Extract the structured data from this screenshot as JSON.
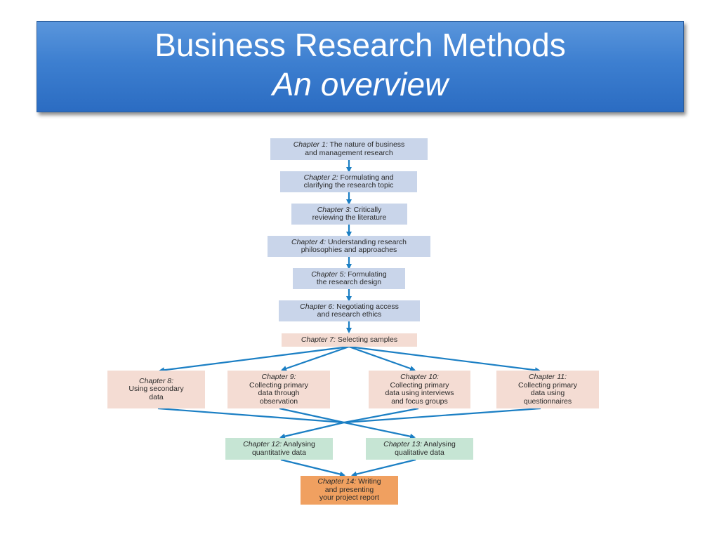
{
  "slide": {
    "title": "Business Research Methods",
    "subtitle": "An overview"
  },
  "colors": {
    "title_bar": "#3d7fd0",
    "arrow": "#1b7fc4",
    "blue_box": "#c9d5ea",
    "pink_box": "#f4dcd3",
    "green_box": "#c6e5d4",
    "orange_box": "#f0a060"
  },
  "flowchart": {
    "ch1": {
      "prefix": "Chapter 1:",
      "line1": "The nature of business",
      "line2": "and management research"
    },
    "ch2": {
      "prefix": "Chapter 2:",
      "line1": "Formulating and",
      "line2": "clarifying the research topic"
    },
    "ch3": {
      "prefix": "Chapter 3:",
      "line1": "Critically",
      "line2": "reviewing the literature"
    },
    "ch4": {
      "prefix": "Chapter 4:",
      "line1": "Understanding research",
      "line2": "philosophies and approaches"
    },
    "ch5": {
      "prefix": "Chapter 5:",
      "line1": "Formulating",
      "line2": "the research design"
    },
    "ch6": {
      "prefix": "Chapter 6:",
      "line1": "Negotiating access",
      "line2": "and research ethics"
    },
    "ch7": {
      "prefix": "Chapter 7:",
      "line1": "Selecting samples"
    },
    "ch8": {
      "prefix": "Chapter 8:",
      "line1": "Using secondary",
      "line2": "data"
    },
    "ch9": {
      "prefix": "Chapter 9:",
      "line1": "Collecting primary",
      "line2": "data through",
      "line3": "observation"
    },
    "ch10": {
      "prefix": "Chapter 10:",
      "line1": "Collecting primary",
      "line2": "data using interviews",
      "line3": "and focus groups"
    },
    "ch11": {
      "prefix": "Chapter 11:",
      "line1": "Collecting primary",
      "line2": "data using",
      "line3": "questionnaires"
    },
    "ch12": {
      "prefix": "Chapter 12:",
      "line1": "Analysing",
      "line2": "quantitative data"
    },
    "ch13": {
      "prefix": "Chapter 13:",
      "line1": "Analysing",
      "line2": "qualitative data"
    },
    "ch14": {
      "prefix": "Chapter 14:",
      "line1": "Writing",
      "line2": "and presenting",
      "line3": "your project report"
    }
  }
}
